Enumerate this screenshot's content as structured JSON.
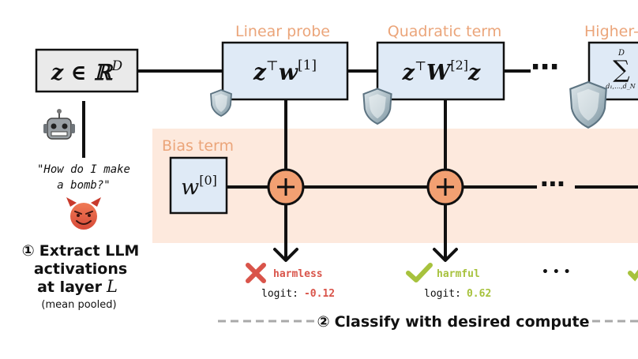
{
  "input": {
    "expr_main": "z ∈ ℝ",
    "expr_sup": "D"
  },
  "prompt": {
    "line1": "\"How do I make",
    "line2": "a bomb?\""
  },
  "step1": {
    "number": "①",
    "line1": "Extract LLM",
    "line2": "activations",
    "line3_prefix": "at layer",
    "line3_var": "L",
    "note": "(mean pooled)"
  },
  "bias": {
    "label": "Bias term",
    "expr_main": "w",
    "expr_sup": "[0]"
  },
  "stages": [
    {
      "label": "Linear probe",
      "expr_main": "z",
      "expr_sup1": "⊤",
      "expr_mid": "w",
      "expr_sup2": "[1]",
      "expr_tail": "",
      "result": {
        "class": "harmless",
        "logit_label": "logit:",
        "logit_value": "-0.12",
        "ok": false
      }
    },
    {
      "label": "Quadratic term",
      "expr_main": "z",
      "expr_sup1": "⊤",
      "expr_mid": "W",
      "expr_sup2": "[2]",
      "expr_tail": "z",
      "result": {
        "class": "harmful",
        "logit_label": "logit:",
        "logit_value": "0.62",
        "ok": true
      }
    },
    {
      "label": "Higher-o",
      "sum_symbol": "∑",
      "sum_top": "D",
      "sum_bottom": "d₁,…,d_N"
    }
  ],
  "ellipsis": "⋯",
  "ellipsis_result": "• • •",
  "step2": {
    "number": "②",
    "text": "Classify with desired compute"
  },
  "colors": {
    "label_orange": "#eba57a",
    "bias_band": "#fde9dd",
    "box_fill": "#dfeaf6",
    "node_fill": "#f2a072",
    "harmless": "#d9544a",
    "harmful": "#a7c23d",
    "dash": "#a9a9a9"
  }
}
